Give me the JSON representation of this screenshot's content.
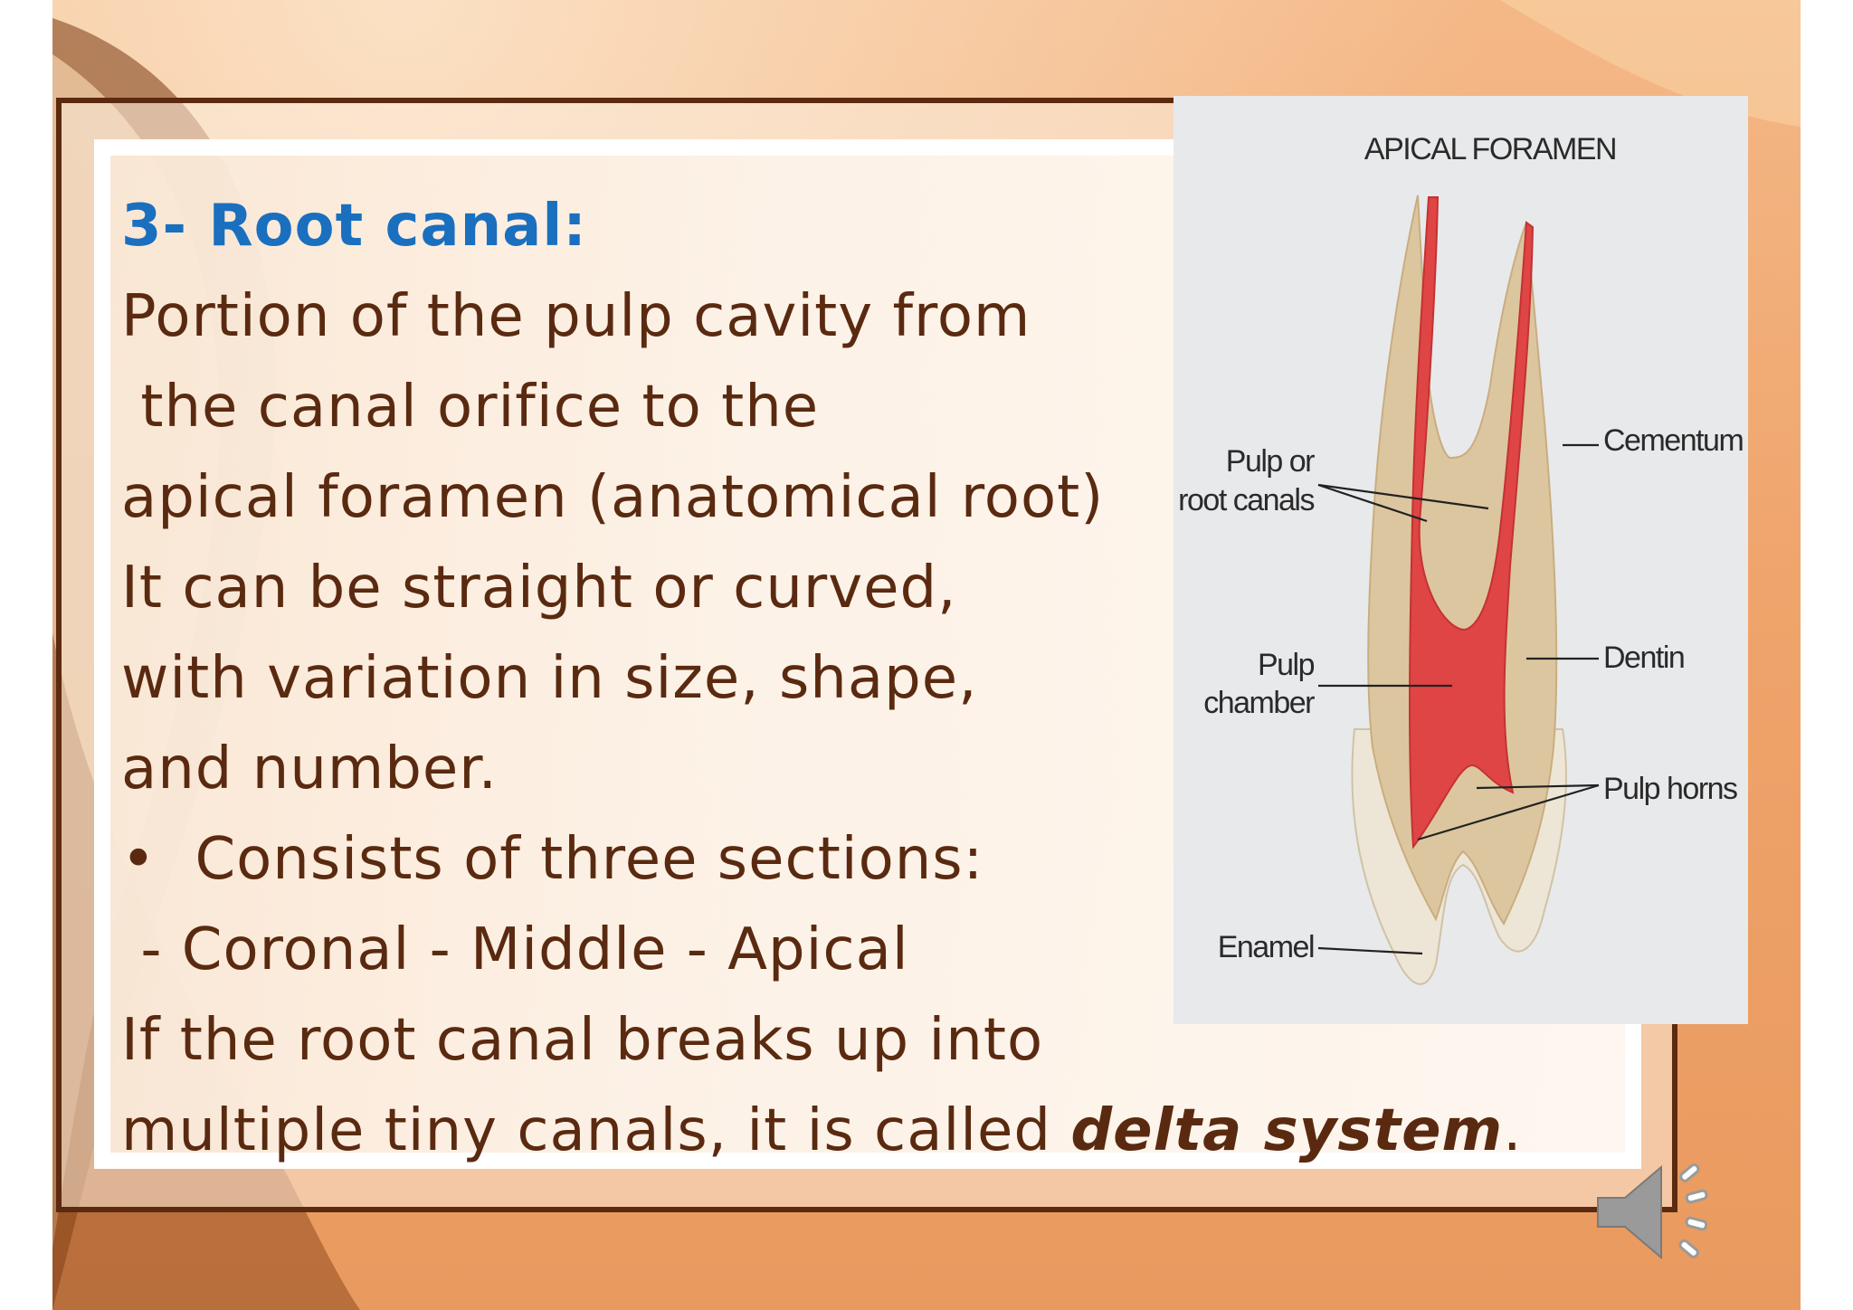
{
  "slide": {
    "heading": "3- Root canal:",
    "lines": [
      "Portion of the pulp cavity from",
      " the canal orifice to the",
      "apical foramen (anatomical root)",
      "It can be straight or curved,",
      "with variation in size, shape,",
      "and number.",
      "•  Consists of three sections:",
      " - Coronal - Middle - Apical",
      "If the root canal breaks up into"
    ],
    "last_line_prefix": "multiple tiny canals, it is called ",
    "last_line_emphasis": "delta system",
    "last_line_suffix": "."
  },
  "figure": {
    "title": "APICAL FORAMEN",
    "labels": {
      "canals_line1": "Pulp or",
      "canals_line2": "root canals",
      "chamber_line1": "Pulp",
      "chamber_line2": "chamber",
      "enamel": "Enamel",
      "cementum": "Cementum",
      "dentin": "Dentin",
      "pulp_horns": "Pulp horns"
    }
  },
  "audio_icon": "speaker-icon",
  "colors": {
    "heading": "#1a6fbf",
    "body_text": "#5a2a10",
    "frame_border": "#5c2a10",
    "pulp": "#e04545",
    "dentin": "#d9c19b",
    "enamel": "#ede6d6"
  }
}
